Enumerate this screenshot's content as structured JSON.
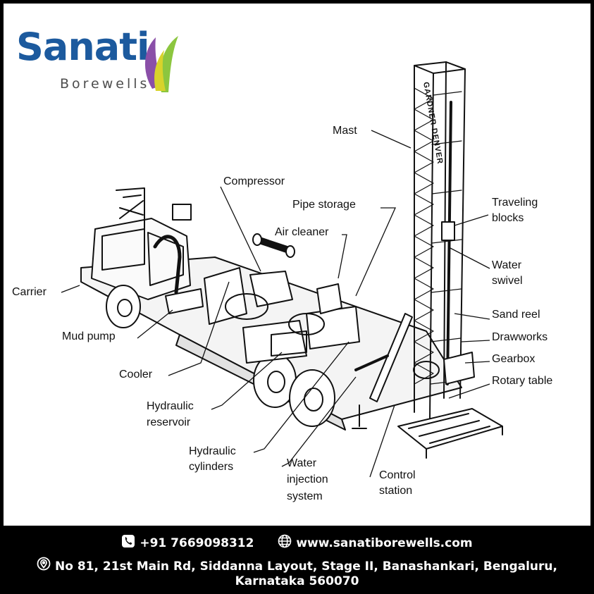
{
  "brand": {
    "name": "Sanati",
    "tagline": "Borewells"
  },
  "diagram": {
    "labels": {
      "mast": "Mast",
      "compressor": "Compressor",
      "pipe_storage": "Pipe storage",
      "air_cleaner": "Air cleaner",
      "traveling_blocks_1": "Traveling",
      "traveling_blocks_2": "blocks",
      "water_swivel_1": "Water",
      "water_swivel_2": "swivel",
      "carrier": "Carrier",
      "sand_reel": "Sand reel",
      "drawworks": "Drawworks",
      "mud_pump": "Mud pump",
      "gearbox": "Gearbox",
      "rotary_table": "Rotary table",
      "cooler": "Cooler",
      "hydraulic_reservoir_1": "Hydraulic",
      "hydraulic_reservoir_2": "reservoir",
      "hydraulic_cylinders_1": "Hydraulic",
      "hydraulic_cylinders_2": "cylinders",
      "water_injection_1": "Water",
      "water_injection_2": "injection",
      "water_injection_3": "system",
      "control_station_1": "Control",
      "control_station_2": "station"
    },
    "mast_text": "GARDNER DENVER"
  },
  "footer": {
    "phone": "+91 7669098312",
    "website": "www.sanatiborewells.com",
    "address_line1": "No 81, 21st Main Rd, Siddanna Layout, Stage II, Banashankari, Bengaluru,",
    "address_line2": "Karnataka 560070"
  },
  "icons": {
    "phone": "phone-icon",
    "web": "globe-icon",
    "location": "location-pin-icon"
  },
  "colors": {
    "brand_blue": "#1c5a9e",
    "leaf_purple": "#8a4fa8",
    "leaf_green": "#8cc63f",
    "leaf_yellow": "#d8d32b"
  }
}
